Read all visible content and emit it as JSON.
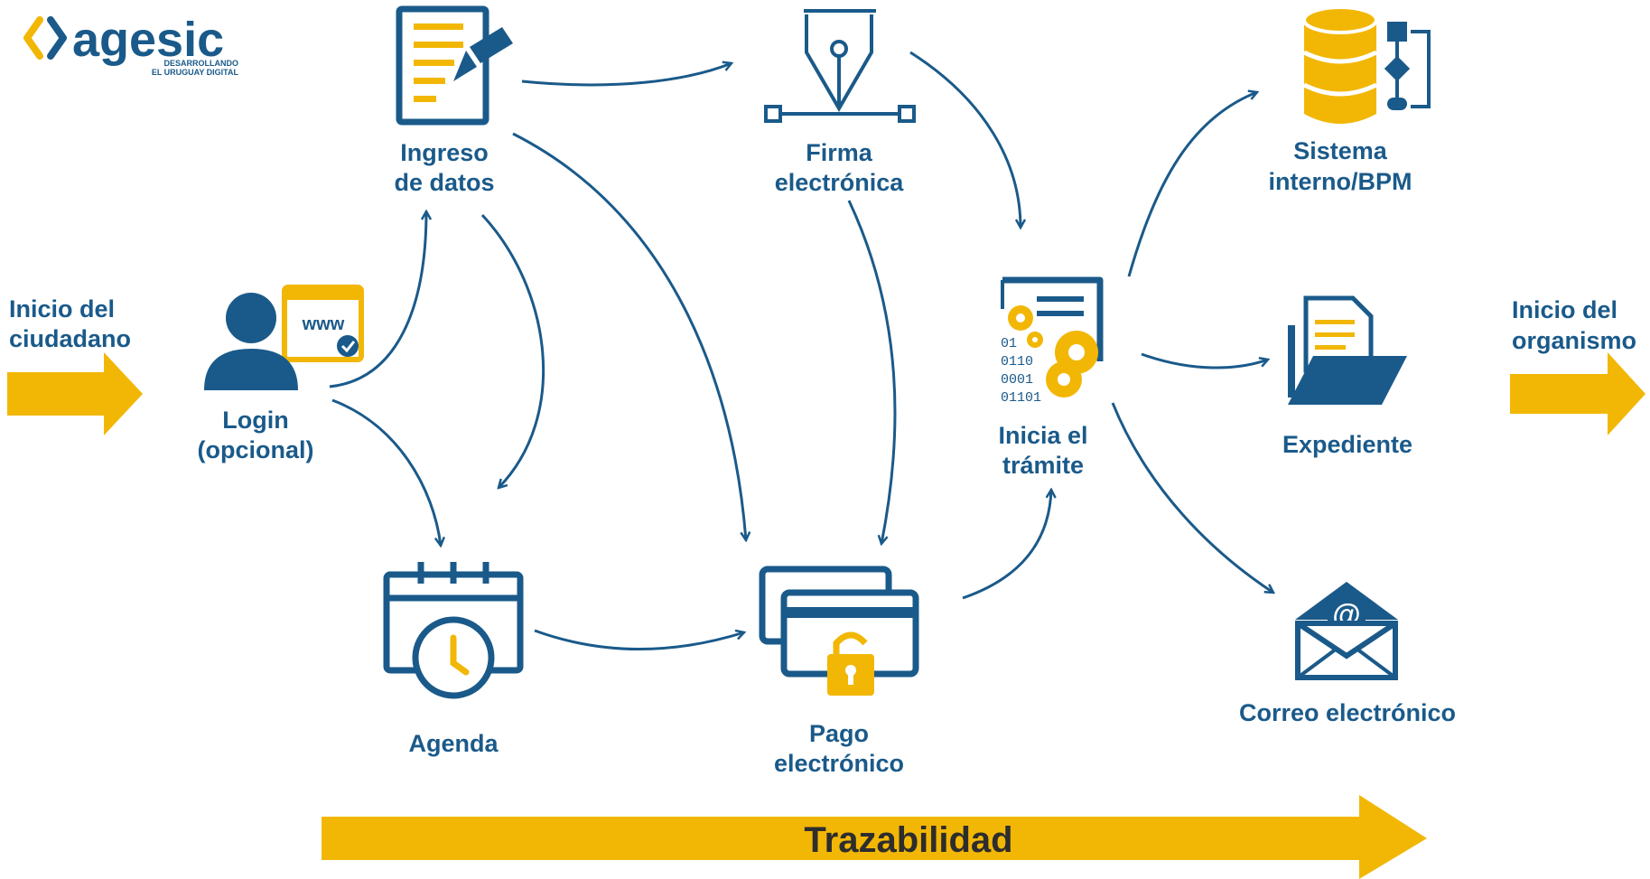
{
  "colors": {
    "blue": "#1a5a8a",
    "yellow": "#f2b705",
    "dark_text": "#2d2d2d"
  },
  "logo": {
    "name": "agesic",
    "tagline_1": "DESARROLLANDO",
    "tagline_2": "EL URUGUAY DIGITAL"
  },
  "start": {
    "line1": "Inicio del",
    "line2": "ciudadano"
  },
  "end": {
    "line1": "Inicio del",
    "line2": "organismo"
  },
  "nodes": {
    "login": {
      "line1": "Login",
      "line2": "(opcional)",
      "icon": "user-www-icon",
      "badge": "www"
    },
    "ingreso": {
      "line1": "Ingreso",
      "line2": "de datos",
      "icon": "document-pencil-icon"
    },
    "agenda": {
      "line1": "Agenda",
      "icon": "calendar-clock-icon"
    },
    "firma": {
      "line1": "Firma",
      "line2": "electrónica",
      "icon": "pen-nib-icon"
    },
    "pago": {
      "line1": "Pago",
      "line2": "electrónico",
      "icon": "card-lock-icon"
    },
    "inicia": {
      "line1": "Inicia el",
      "line2": "trámite",
      "icon": "document-gears-icon",
      "bits": [
        "01",
        "0110",
        "0001",
        "01101"
      ]
    },
    "sistema": {
      "line1": "Sistema",
      "line2": "interno/BPM",
      "icon": "database-flow-icon"
    },
    "expediente": {
      "line1": "Expediente",
      "icon": "folder-document-icon"
    },
    "correo": {
      "line1": "Correo electrónico",
      "icon": "envelope-at-icon",
      "symbol": "@"
    }
  },
  "trazabilidad": "Trazabilidad"
}
